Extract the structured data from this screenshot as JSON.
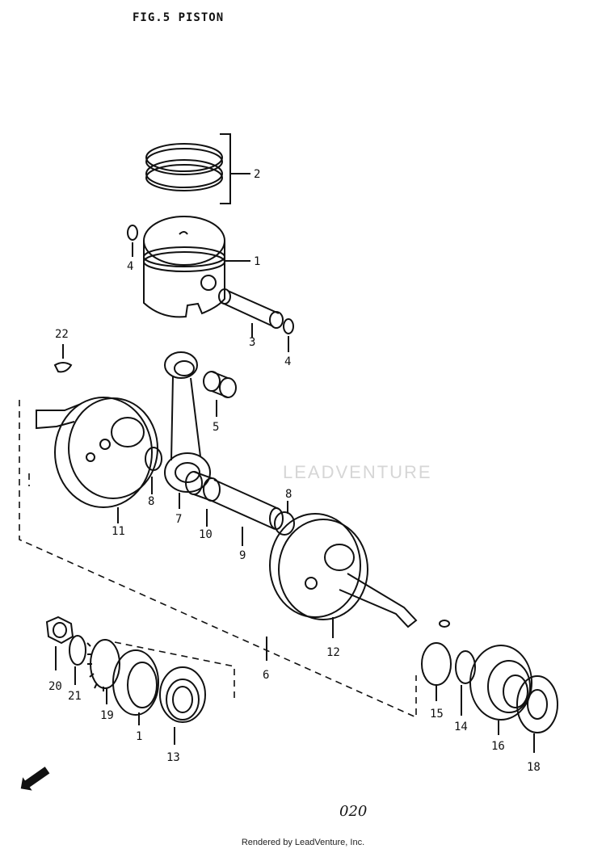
{
  "header": {
    "title": "FIG.5  PISTON"
  },
  "callouts": [
    {
      "id": "c1",
      "label": "1"
    },
    {
      "id": "c2",
      "label": "2"
    },
    {
      "id": "c3",
      "label": "3"
    },
    {
      "id": "c4a",
      "label": "4"
    },
    {
      "id": "c4b",
      "label": "4"
    },
    {
      "id": "c5",
      "label": "5"
    },
    {
      "id": "c6",
      "label": "6"
    },
    {
      "id": "c7",
      "label": "7"
    },
    {
      "id": "c8a",
      "label": "8"
    },
    {
      "id": "c8b",
      "label": "8"
    },
    {
      "id": "c9",
      "label": "9"
    },
    {
      "id": "c10",
      "label": "10"
    },
    {
      "id": "c11",
      "label": "11"
    },
    {
      "id": "c12",
      "label": "12"
    },
    {
      "id": "c13",
      "label": "13"
    },
    {
      "id": "c14",
      "label": "14"
    },
    {
      "id": "c15",
      "label": "15"
    },
    {
      "id": "c16",
      "label": "16"
    },
    {
      "id": "c17",
      "label": "1"
    },
    {
      "id": "c18",
      "label": "18"
    },
    {
      "id": "c19",
      "label": "19"
    },
    {
      "id": "c20",
      "label": "20"
    },
    {
      "id": "c21",
      "label": "21"
    },
    {
      "id": "c22",
      "label": "22"
    }
  ],
  "page_number": "020",
  "watermark": "LEADVENTURE",
  "footer": "Rendered by LeadVenture, Inc."
}
